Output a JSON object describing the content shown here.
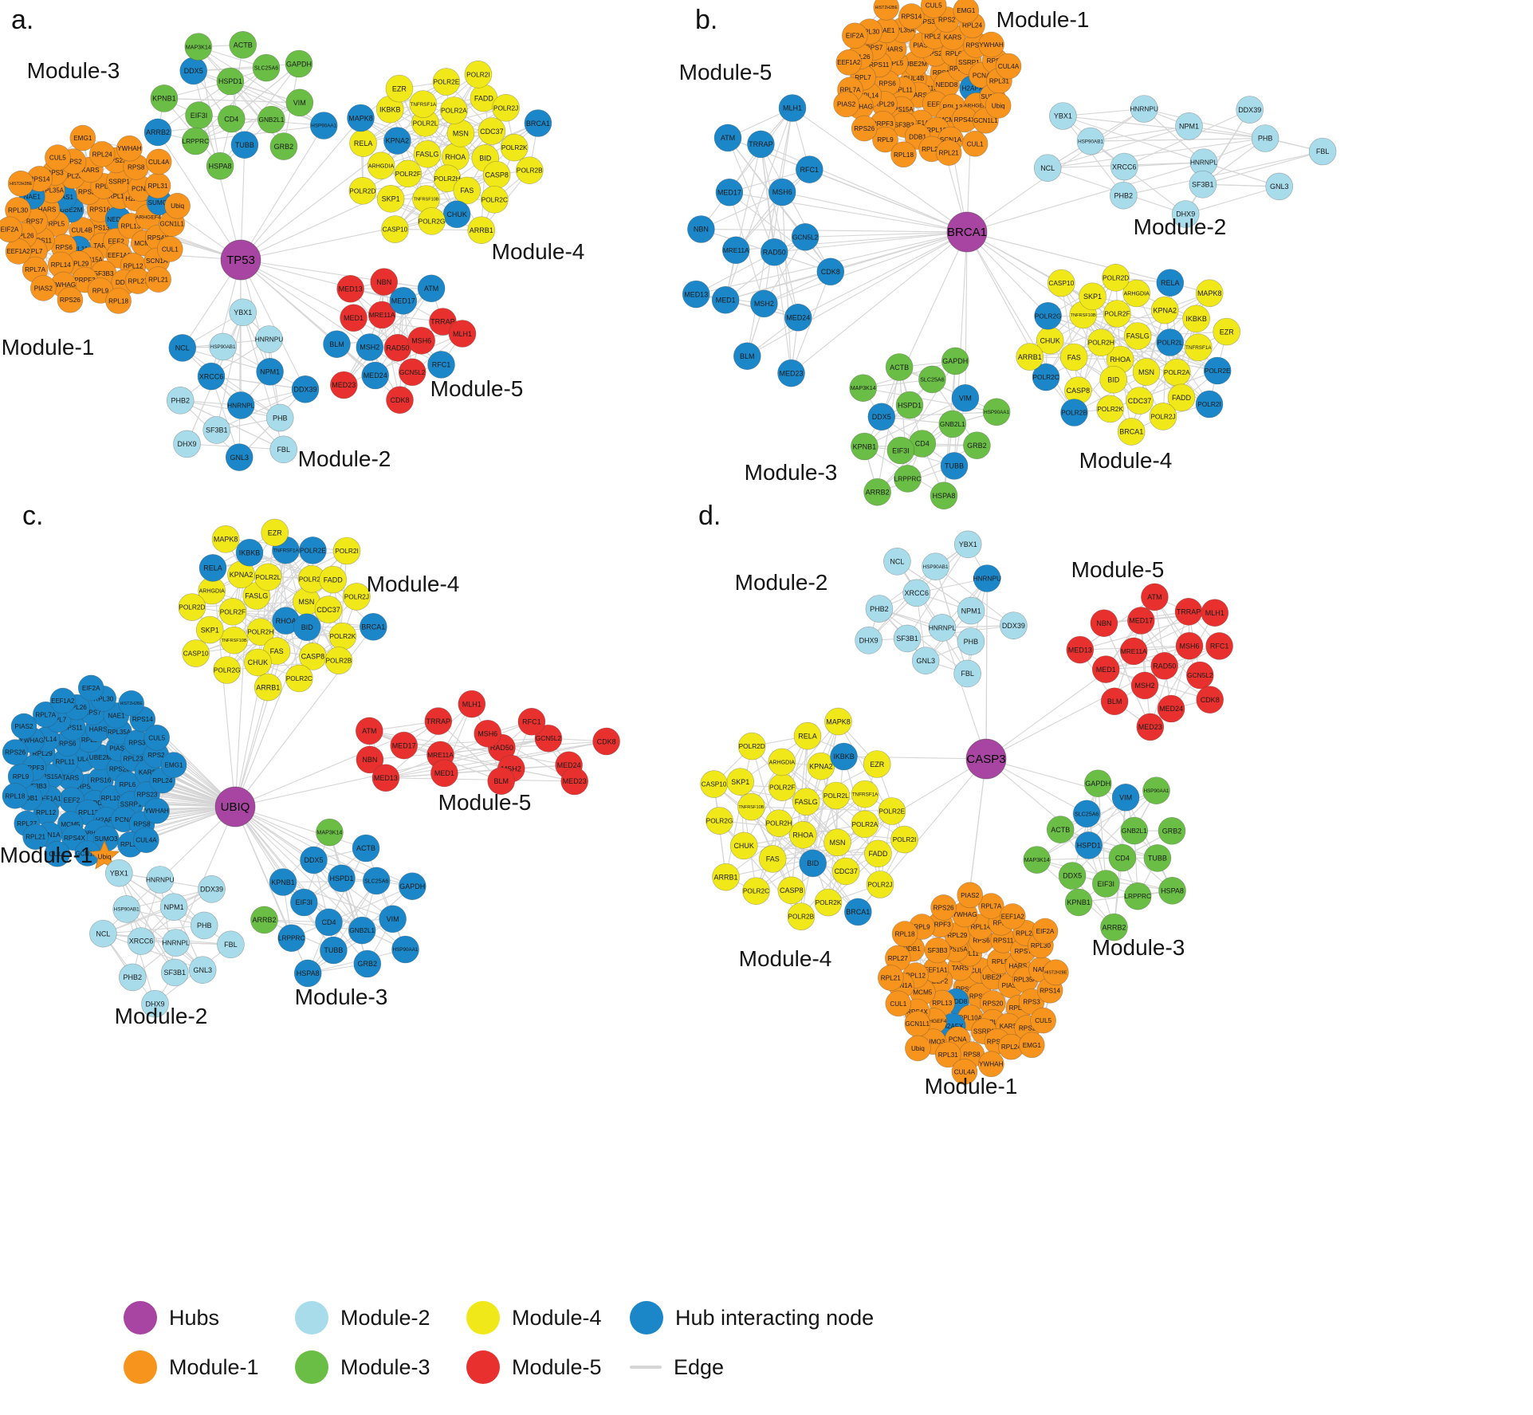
{
  "figure": {
    "panels": [
      {
        "letter": "a.",
        "hub": "TP53",
        "modules": [
          {
            "name": "Module-1",
            "set": "module1",
            "color": "module1",
            "blue": [
              "RPL11",
              "UBE2M",
              "NEDD8",
              "PIAS1",
              "SUMO3",
              "NAE1"
            ]
          },
          {
            "name": "Module-2",
            "set": "module2",
            "color": "module2",
            "blue": [
              "HNRNPL",
              "XRCC6",
              "NPM1",
              "GNL3",
              "NCL",
              "DDX39"
            ]
          },
          {
            "name": "Module-3",
            "set": "module3",
            "color": "module3",
            "blue": [
              "TUBB",
              "DDX5",
              "HSP90AA1",
              "ARRB2"
            ]
          },
          {
            "name": "Module-4",
            "set": "module4",
            "color": "module4",
            "blue": [
              "KPNA2",
              "CHUK",
              "MAPK8",
              "BRCA1"
            ]
          },
          {
            "name": "Module-5",
            "set": "module5",
            "color": "module5",
            "blue": [
              "MSH2",
              "MED17",
              "MED24",
              "BLM",
              "ATM",
              "RFC1"
            ]
          }
        ]
      },
      {
        "letter": "b.",
        "hub": "BRCA1",
        "modules": [
          {
            "name": "Module-1",
            "set": "module1",
            "color": "module1",
            "blue": [
              "H2AFX"
            ]
          },
          {
            "name": "Module-2",
            "set": "module2",
            "color": "module2",
            "blue": []
          },
          {
            "name": "Module-3",
            "set": "module3",
            "color": "module3",
            "blue": [
              "TUBB",
              "VIM",
              "DDX5"
            ]
          },
          {
            "name": "Module-4",
            "set": "module4",
            "color": "module4",
            "blue": [
              "POLR2C",
              "POLR2L",
              "POLR2I",
              "RELA",
              "POLR2G",
              "POLR2B",
              "POLR2E"
            ]
          },
          {
            "name": "Module-5",
            "set": "module5",
            "color": "module5",
            "blue_all": true
          }
        ]
      },
      {
        "letter": "c.",
        "hub": "UBIQ",
        "modules": [
          {
            "name": "Module-1",
            "set": "module1",
            "color": "module1",
            "blue_all": true,
            "special_orange": [
              "Ubiq"
            ]
          },
          {
            "name": "Module-2",
            "set": "module2",
            "color": "module2",
            "blue": []
          },
          {
            "name": "Module-3",
            "set": "module3",
            "color": "module3",
            "blue_all_except": [
              "ARRB2",
              "MAP3K14"
            ]
          },
          {
            "name": "Module-4",
            "set": "module4",
            "color": "module4",
            "blue": [
              "BRCA1",
              "POLR2E",
              "IKBKB",
              "BID",
              "TNFRSF1A",
              "RELA",
              "RHOA"
            ]
          },
          {
            "name": "Module-5",
            "set": "module5",
            "color": "module5",
            "blue": []
          }
        ]
      },
      {
        "letter": "d.",
        "hub": "CASP3",
        "modules": [
          {
            "name": "Module-1",
            "set": "module1",
            "color": "module1",
            "blue": [
              "H2AFX",
              "NEDD8"
            ]
          },
          {
            "name": "Module-2",
            "set": "module2",
            "color": "module2",
            "blue": [
              "HNRNPU"
            ]
          },
          {
            "name": "Module-3",
            "set": "module3",
            "color": "module3",
            "blue": [
              "VIM",
              "HSPD1",
              "SLC25A6"
            ]
          },
          {
            "name": "Module-4",
            "set": "module4",
            "color": "module4",
            "blue": [
              "BRCA1",
              "IKBKB",
              "BID"
            ]
          },
          {
            "name": "Module-5",
            "set": "module5",
            "color": "module5",
            "blue": []
          }
        ]
      }
    ]
  },
  "node_sets": {
    "module1": [
      "RPS13",
      "CUL4B",
      "RPS16",
      "TARS",
      "UBE2M",
      "NEDD8",
      "RPL11",
      "RPS20",
      "EEF2",
      "RPL5",
      "RPL10A",
      "RPS15A",
      "PIAS1",
      "RPL13",
      "RPS6",
      "RPL6",
      "EEF1A1",
      "HARS",
      "H2AFX",
      "RPL29",
      "RPL23",
      "MCM5",
      "RPS11",
      "SSRP1",
      "SF3B3",
      "RPL35A",
      "ARHGEF4",
      "RPL14",
      "KARS",
      "RPL12",
      "RPS7",
      "PCNA",
      "PRPF3",
      "RPS3",
      "RPS4X",
      "RPL7",
      "RPS23",
      "DDB1",
      "NAE1",
      "SUMO3",
      "YWHAG",
      "RPS2",
      "SCN1A",
      "RPL26",
      "RPS8",
      "RPL9",
      "RPS14",
      "GCN1L1",
      "RPL7A",
      "RPL24",
      "RPL27",
      "RPL30",
      "RPL31",
      "RPS26",
      "CUL5",
      "CUL1",
      "EEF1A2",
      "YWHAH",
      "RPL18",
      "HIST2H2BE",
      "Ubiq",
      "PIAS2",
      "EMG1",
      "RPL21",
      "EIF2A",
      "CUL4A"
    ],
    "module2": [
      "HNRNPL",
      "XRCC6",
      "NPM1",
      "SF3B1",
      "HSP90AB1",
      "PHB",
      "PHB2",
      "HNRNPU",
      "GNL3",
      "NCL",
      "DDX39",
      "DHX9",
      "YBX1",
      "FBL"
    ],
    "module3": [
      "CD4",
      "HSPD1",
      "GNB2L1",
      "EIF3I",
      "SLC25A6",
      "TUBB",
      "DDX5",
      "VIM",
      "LRPPRC",
      "ACTB",
      "GRB2",
      "KPNB1",
      "GAPDH",
      "HSPA8",
      "MAP3K14",
      "HSP90AA1",
      "ARRB2"
    ],
    "module4": [
      "RHOA",
      "FASLG",
      "MSN",
      "POLR2H",
      "POLR2L",
      "BID",
      "POLR2F",
      "POLR2A",
      "FAS",
      "KPNA2",
      "CDC37",
      "TNFRSF10B",
      "TNFRSF1A",
      "CASP8",
      "ARHGDIA",
      "FADD",
      "CHUK",
      "IKBKB",
      "POLR2K",
      "SKP1",
      "POLR2E",
      "POLR2C",
      "RELA",
      "POLR2J",
      "POLR2G",
      "EZR",
      "POLR2B",
      "POLR2D",
      "POLR2I",
      "ARRB1",
      "MAPK8",
      "BRCA1",
      "CASP10"
    ],
    "module5": [
      "RAD50",
      "MRE11A",
      "MSH6",
      "MSH2",
      "MED17",
      "GCN5L2",
      "MED1",
      "TRRAP",
      "MED24",
      "NBN",
      "RFC1",
      "BLM",
      "ATM",
      "CDK8",
      "MED13",
      "MLH1",
      "MED23"
    ]
  },
  "colors": {
    "hub": "#A844A1",
    "module1": "#F7941E",
    "module2": "#A9DCEA",
    "module3": "#6ABD45",
    "module4": "#F0E818",
    "module5": "#E8312E",
    "hub_interacting": "#1B87C9",
    "edge": "#D5D5D5",
    "background": "#FFFFFF"
  },
  "legend": {
    "items": [
      {
        "label": "Hubs",
        "swatch": "circle",
        "color": "hub"
      },
      {
        "label": "Module-1",
        "swatch": "circle",
        "color": "module1"
      },
      {
        "label": "Module-2",
        "swatch": "circle",
        "color": "module2"
      },
      {
        "label": "Module-3",
        "swatch": "circle",
        "color": "module3"
      },
      {
        "label": "Module-4",
        "swatch": "circle",
        "color": "module4"
      },
      {
        "label": "Module-5",
        "swatch": "circle",
        "color": "module5"
      },
      {
        "label": "Hub interacting node",
        "swatch": "circle",
        "color": "hub_interacting"
      },
      {
        "label": "Edge",
        "swatch": "line",
        "color": "edge"
      }
    ]
  }
}
